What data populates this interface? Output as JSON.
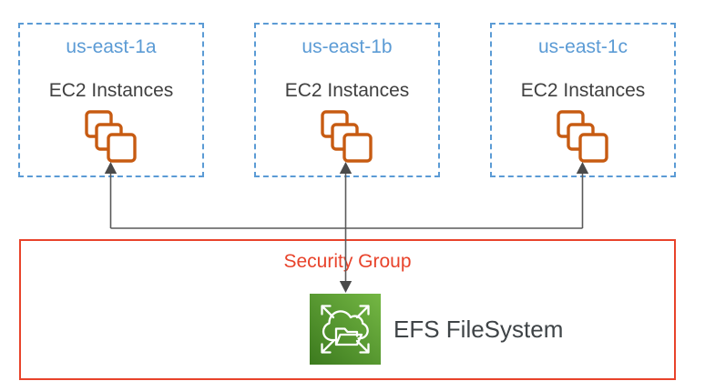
{
  "zones": [
    {
      "name": "us-east-1a",
      "instances_label": "EC2 Instances"
    },
    {
      "name": "us-east-1b",
      "instances_label": "EC2 Instances"
    },
    {
      "name": "us-east-1c",
      "instances_label": "EC2 Instances"
    }
  ],
  "security_group": {
    "label": "Security Group"
  },
  "efs": {
    "label": "EFS FileSystem"
  },
  "icons": {
    "ec2": "ec2-instances-stack-icon",
    "efs": "efs-filesystem-icon",
    "arrows": [
      "up-arrowhead",
      "up-arrowhead",
      "up-arrowhead",
      "down-arrowhead"
    ]
  },
  "colors": {
    "az_border_blue": "#5B9BD5",
    "az_label_blue": "#5B9BD5",
    "ec2_icon_orange": "#C75B12",
    "body_text_gray": "#404040",
    "efs_text_gray": "#3F4447",
    "security_group_red": "#E8432B",
    "connector_gray": "#595959",
    "efs_green_dark": "#3C7A1E",
    "efs_green_light": "#74B744"
  }
}
